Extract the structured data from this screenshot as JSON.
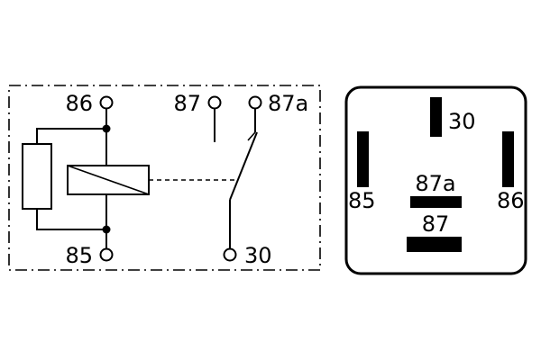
{
  "diagram_kind": "automotive-relay-circuit-and-pinout",
  "schematic": {
    "terminals": {
      "t86": "86",
      "t87": "87",
      "t87a": "87a",
      "t85": "85",
      "t30": "30"
    }
  },
  "pinout": {
    "pins": {
      "p30": "30",
      "p85": "85",
      "p86": "86",
      "p87a": "87a",
      "p87": "87"
    }
  },
  "colors": {
    "line": "#000000",
    "background": "#ffffff"
  }
}
